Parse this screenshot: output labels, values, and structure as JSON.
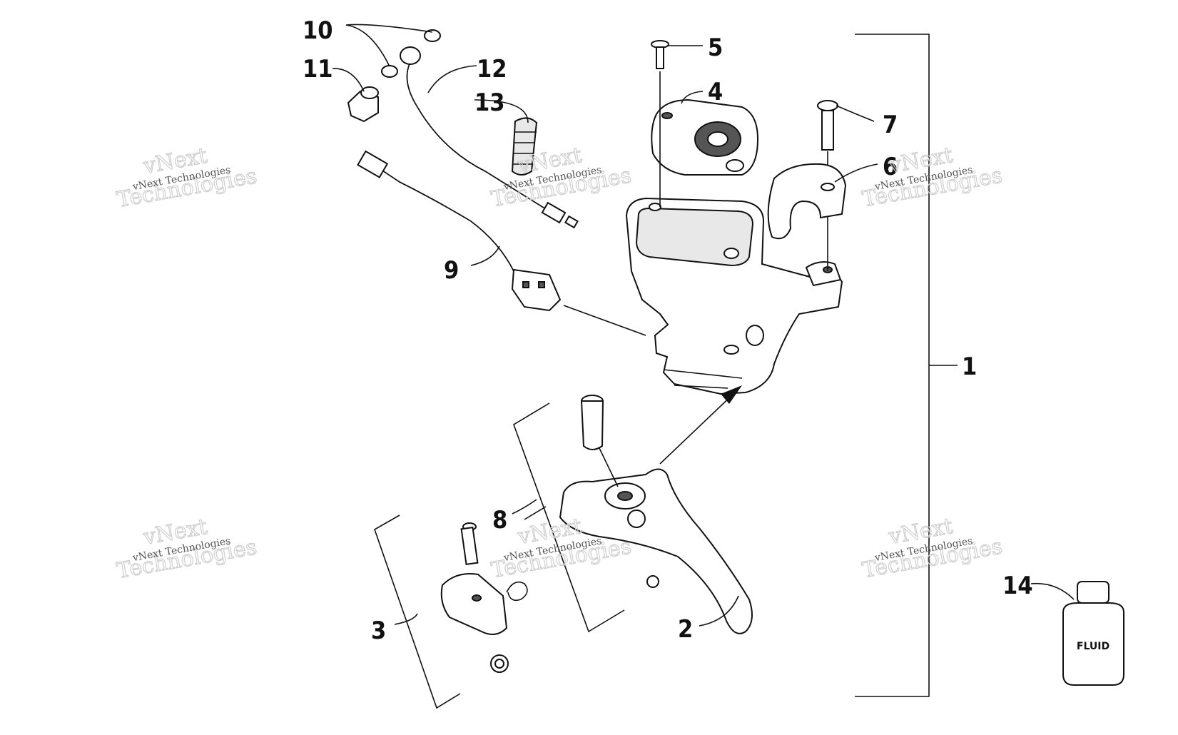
{
  "callouts": [
    {
      "id": "1",
      "text": "1"
    },
    {
      "id": "2",
      "text": "2"
    },
    {
      "id": "3",
      "text": "3"
    },
    {
      "id": "4",
      "text": "4"
    },
    {
      "id": "5",
      "text": "5"
    },
    {
      "id": "6",
      "text": "6"
    },
    {
      "id": "7",
      "text": "7"
    },
    {
      "id": "8",
      "text": "8"
    },
    {
      "id": "9",
      "text": "9"
    },
    {
      "id": "10",
      "text": "10"
    },
    {
      "id": "11",
      "text": "11"
    },
    {
      "id": "12",
      "text": "12"
    },
    {
      "id": "13",
      "text": "13"
    },
    {
      "id": "14",
      "text": "14"
    }
  ],
  "bottle_label": "FLUID",
  "watermark": {
    "line1": "vNext Technologies",
    "big_line1": "vNext",
    "big_line2": "Technologies"
  }
}
